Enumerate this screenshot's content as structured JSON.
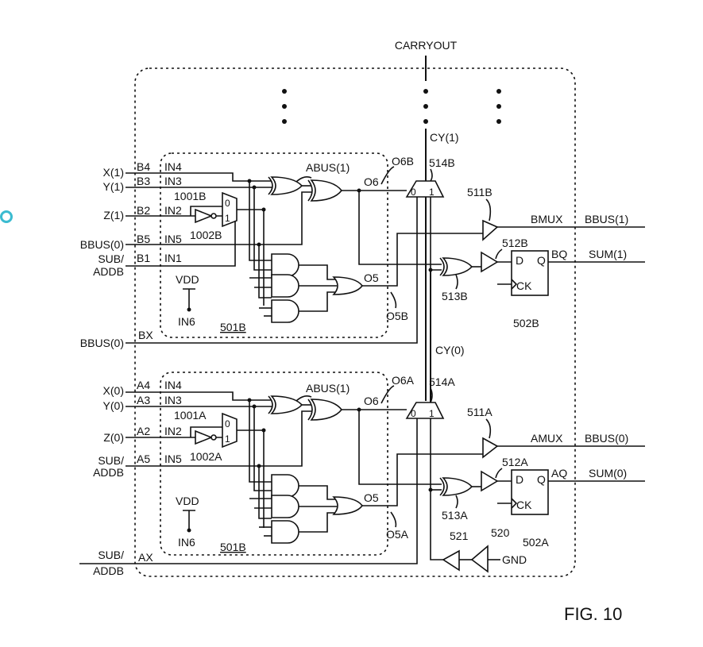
{
  "figure": {
    "caption": "FIG. 10",
    "carryout": "CARRYOUT",
    "cy1": "CY(1)",
    "cy0": "CY(0)",
    "top": {
      "inputs": [
        "X(1)",
        "Y(1)",
        "Z(1)",
        "BBUS(0)",
        "SUB/",
        "ADDB"
      ],
      "pins": [
        "B4",
        "B3",
        "B2",
        "B5",
        "B1"
      ],
      "lut_pins": [
        "IN4",
        "IN3",
        "IN2",
        "IN5",
        "IN1"
      ],
      "bx_input": "BBUS(0)",
      "bx": "BX",
      "mux_ref": "1001B",
      "inv_ref": "1002B",
      "abus": "ABUS(1)",
      "o6": "O6",
      "o6_ref": "O6B",
      "o5": "O5",
      "o5_ref": "O5B",
      "vdd": "VDD",
      "in6": "IN6",
      "lut_ref": "501B",
      "carry_mux_ref": "514B",
      "buf_ref": "511B",
      "xor_ref": "513B",
      "ff_buf_ref": "512B",
      "ff_ref": "502B",
      "mux_label": "BMUX",
      "q_label": "BQ",
      "out_bus": "BBUS(1)",
      "out_sum": "SUM(1)"
    },
    "bottom": {
      "inputs": [
        "X(0)",
        "Y(0)",
        "Z(0)",
        "SUB/",
        "ADDB"
      ],
      "pins": [
        "A4",
        "A3",
        "A2",
        "A5"
      ],
      "lut_pins": [
        "IN4",
        "IN3",
        "IN2",
        "IN5"
      ],
      "ax_input_1": "SUB/",
      "ax_input_2": "ADDB",
      "ax": "AX",
      "mux_ref": "1001A",
      "inv_ref": "1002A",
      "abus": "ABUS(1)",
      "o6": "O6",
      "o6_ref": "O6A",
      "o5": "O5",
      "o5_ref": "O5A",
      "vdd": "VDD",
      "in6": "IN6",
      "lut_ref": "501B",
      "carry_mux_ref": "514A",
      "buf_ref": "511A",
      "xor_ref": "513A",
      "ff_buf_ref": "512A",
      "ff_ref": "502A",
      "mux_label": "AMUX",
      "q_label": "AQ",
      "out_bus": "BBUS(0)",
      "out_sum": "SUM(0)",
      "buf521": "521",
      "buf520": "520",
      "gnd": "GND"
    },
    "mux_0": "0",
    "mux_1": "1",
    "ff_d": "D",
    "ff_q": "Q",
    "ff_ck": "CK"
  }
}
